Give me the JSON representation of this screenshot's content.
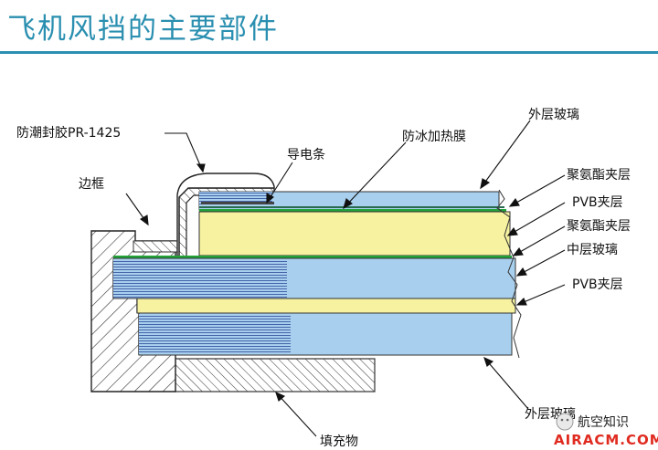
{
  "title": "飞机风挡的主要部件",
  "labels": {
    "sealant": "防潮封胶PR-1425",
    "frame": "边框",
    "bus_bar": "导电条",
    "heating_film": "防冰加热膜",
    "outer_glass_top": "外层玻璃",
    "pu_interlayer_1": "聚氨酯夹层",
    "pvb_1": "PVB夹层",
    "pu_interlayer_2": "聚氨酯夹层",
    "middle_glass": "中层玻璃",
    "pvb_2": "PVB夹层",
    "outer_glass_bottom": "外层玻璃",
    "filler": "填充物"
  },
  "watermark": {
    "brand": "航空知识",
    "site": "AIRACM.COM"
  },
  "colors": {
    "title": "#2a8fb0",
    "glass": "#a8d0ee",
    "pvb": "#f6f2a0",
    "film": "#22a33a",
    "frame": "#ffffff",
    "watermark_red": "#e02b20"
  }
}
